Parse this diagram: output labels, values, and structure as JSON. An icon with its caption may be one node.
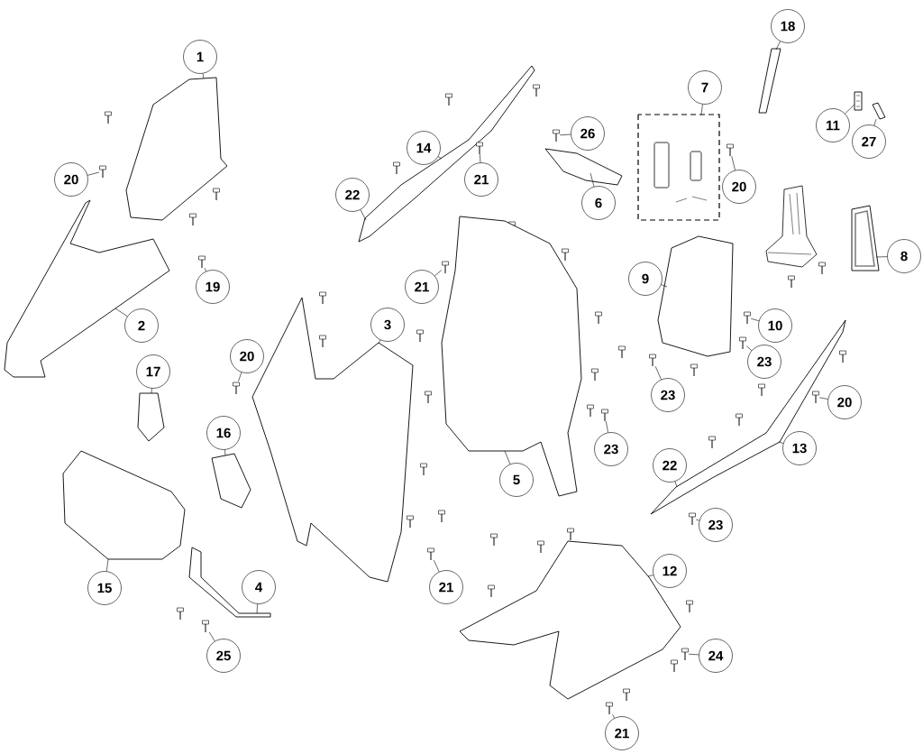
{
  "diagram": {
    "nodes": [
      {
        "text": [
          "18"
        ]
      },
      {
        "text": [
          "1"
        ]
      },
      {
        "text": [
          "7"
        ]
      },
      {
        "text": [
          "11"
        ]
      },
      {
        "text": [
          "26"
        ]
      },
      {
        "text": [
          "27"
        ]
      },
      {
        "text": [
          "14"
        ]
      },
      {
        "text": [
          "20"
        ]
      },
      {
        "text": [
          "21"
        ]
      },
      {
        "text": [
          "20"
        ]
      },
      {
        "text": [
          "22"
        ]
      },
      {
        "text": [
          "6"
        ]
      },
      {
        "text": [
          "8"
        ]
      },
      {
        "text": [
          "21"
        ]
      },
      {
        "text": [
          "9"
        ]
      },
      {
        "text": [
          "19"
        ]
      },
      {
        "text": [
          "2"
        ]
      },
      {
        "text": [
          "3"
        ]
      },
      {
        "text": [
          "10"
        ]
      },
      {
        "text": [
          "23"
        ]
      },
      {
        "text": [
          "20"
        ]
      },
      {
        "text": [
          "17"
        ]
      },
      {
        "text": [
          "23"
        ]
      },
      {
        "text": [
          "20"
        ]
      },
      {
        "text": [
          "16"
        ]
      },
      {
        "text": [
          "13"
        ]
      },
      {
        "text": [
          "23"
        ]
      },
      {
        "text": [
          "22"
        ]
      },
      {
        "text": [
          "5"
        ]
      },
      {
        "text": [
          "23"
        ]
      },
      {
        "text": [
          "12"
        ]
      },
      {
        "text": [
          "15"
        ]
      },
      {
        "text": [
          "4"
        ]
      },
      {
        "text": [
          "21"
        ]
      },
      {
        "text": [
          "24"
        ]
      },
      {
        "text": [
          "25"
        ]
      },
      {
        "text": [
          "21"
        ]
      },
      {
        "text": [],
        "shape": "picture"
      },
      {
        "text": [],
        "shape": "picture"
      },
      {
        "text": [],
        "shape": "box"
      },
      {
        "text": [],
        "shape": "picture"
      },
      {
        "text": [],
        "shape": "picture"
      },
      {
        "text": [],
        "shape": "picture"
      },
      {
        "text": [],
        "shape": "picture"
      },
      {
        "text": [],
        "shape": "picture"
      },
      {
        "text": [],
        "shape": "picture"
      },
      {
        "text": [],
        "shape": "picture"
      },
      {
        "text": [],
        "shape": "picture"
      },
      {
        "text": [],
        "shape": "picture"
      },
      {
        "text": [],
        "shape": "picture"
      },
      {
        "text": [],
        "shape": "picture"
      },
      {
        "text": [],
        "shape": "picture"
      },
      {
        "text": [],
        "shape": "picture"
      },
      {
        "text": [],
        "shape": "picture"
      },
      {
        "text": [],
        "shape": "picture"
      },
      {
        "text": [],
        "shape": "picture"
      },
      {
        "text": [],
        "shape": "picture"
      },
      {
        "text": [],
        "shape": "picture"
      },
      {
        "text": [],
        "shape": "picture"
      },
      {
        "text": [],
        "shape": "picture"
      },
      {
        "text": [],
        "shape": "picture"
      },
      {
        "text": [],
        "shape": "picture"
      },
      {
        "text": [],
        "shape": "picture"
      },
      {
        "text": [],
        "shape": "picture"
      },
      {
        "text": [],
        "shape": "picture"
      },
      {
        "text": [],
        "shape": "picture"
      },
      {
        "text": [],
        "shape": "picture"
      },
      {
        "text": [],
        "shape": "picture"
      },
      {
        "text": [],
        "shape": "picture"
      },
      {
        "text": [],
        "shape": "picture"
      },
      {
        "text": [],
        "shape": "picture"
      },
      {
        "text": [],
        "shape": "picture"
      }
    ],
    "edges": [
      {
        "from": 0,
        "to": 37,
        "arrow": "none"
      },
      {
        "from": 1,
        "to": 38,
        "arrow": "none"
      },
      {
        "from": 2,
        "to": 39,
        "arrow": "none"
      },
      {
        "from": 3,
        "to": 40,
        "arrow": "none"
      },
      {
        "from": 4,
        "to": 41,
        "arrow": "none"
      },
      {
        "from": 5,
        "to": 42,
        "arrow": "none"
      },
      {
        "from": 6,
        "to": 43,
        "arrow": "none"
      },
      {
        "from": 7,
        "to": 44,
        "arrow": "none"
      },
      {
        "from": 8,
        "to": 45,
        "arrow": "none"
      },
      {
        "from": 9,
        "to": 46,
        "arrow": "none"
      },
      {
        "from": 10,
        "to": 43,
        "arrow": "none"
      },
      {
        "from": 11,
        "to": 47,
        "arrow": "none"
      },
      {
        "from": 12,
        "to": 48,
        "arrow": "none"
      },
      {
        "from": 13,
        "to": 49,
        "arrow": "none"
      },
      {
        "from": 14,
        "to": 50,
        "arrow": "none"
      },
      {
        "from": 15,
        "to": 51,
        "arrow": "none"
      },
      {
        "from": 16,
        "to": 52,
        "arrow": "none"
      },
      {
        "from": 17,
        "to": 53,
        "arrow": "none"
      },
      {
        "from": 18,
        "to": 54,
        "arrow": "none"
      },
      {
        "from": 19,
        "to": 55,
        "arrow": "none"
      },
      {
        "from": 20,
        "to": 56,
        "arrow": "none"
      },
      {
        "from": 21,
        "to": 57,
        "arrow": "none"
      },
      {
        "from": 22,
        "to": 58,
        "arrow": "none"
      },
      {
        "from": 23,
        "to": 59,
        "arrow": "none"
      },
      {
        "from": 24,
        "to": 60,
        "arrow": "none"
      },
      {
        "from": 25,
        "to": 61,
        "arrow": "none"
      },
      {
        "from": 26,
        "to": 62,
        "arrow": "none"
      },
      {
        "from": 27,
        "to": 61,
        "arrow": "none"
      },
      {
        "from": 28,
        "to": 63,
        "arrow": "none"
      },
      {
        "from": 29,
        "to": 64,
        "arrow": "none"
      },
      {
        "from": 30,
        "to": 65,
        "arrow": "none"
      },
      {
        "from": 31,
        "to": 66,
        "arrow": "none"
      },
      {
        "from": 32,
        "to": 67,
        "arrow": "none"
      },
      {
        "from": 33,
        "to": 68,
        "arrow": "none"
      },
      {
        "from": 34,
        "to": 69,
        "arrow": "none"
      },
      {
        "from": 35,
        "to": 70,
        "arrow": "none"
      },
      {
        "from": 36,
        "to": 71,
        "arrow": "none"
      }
    ]
  }
}
